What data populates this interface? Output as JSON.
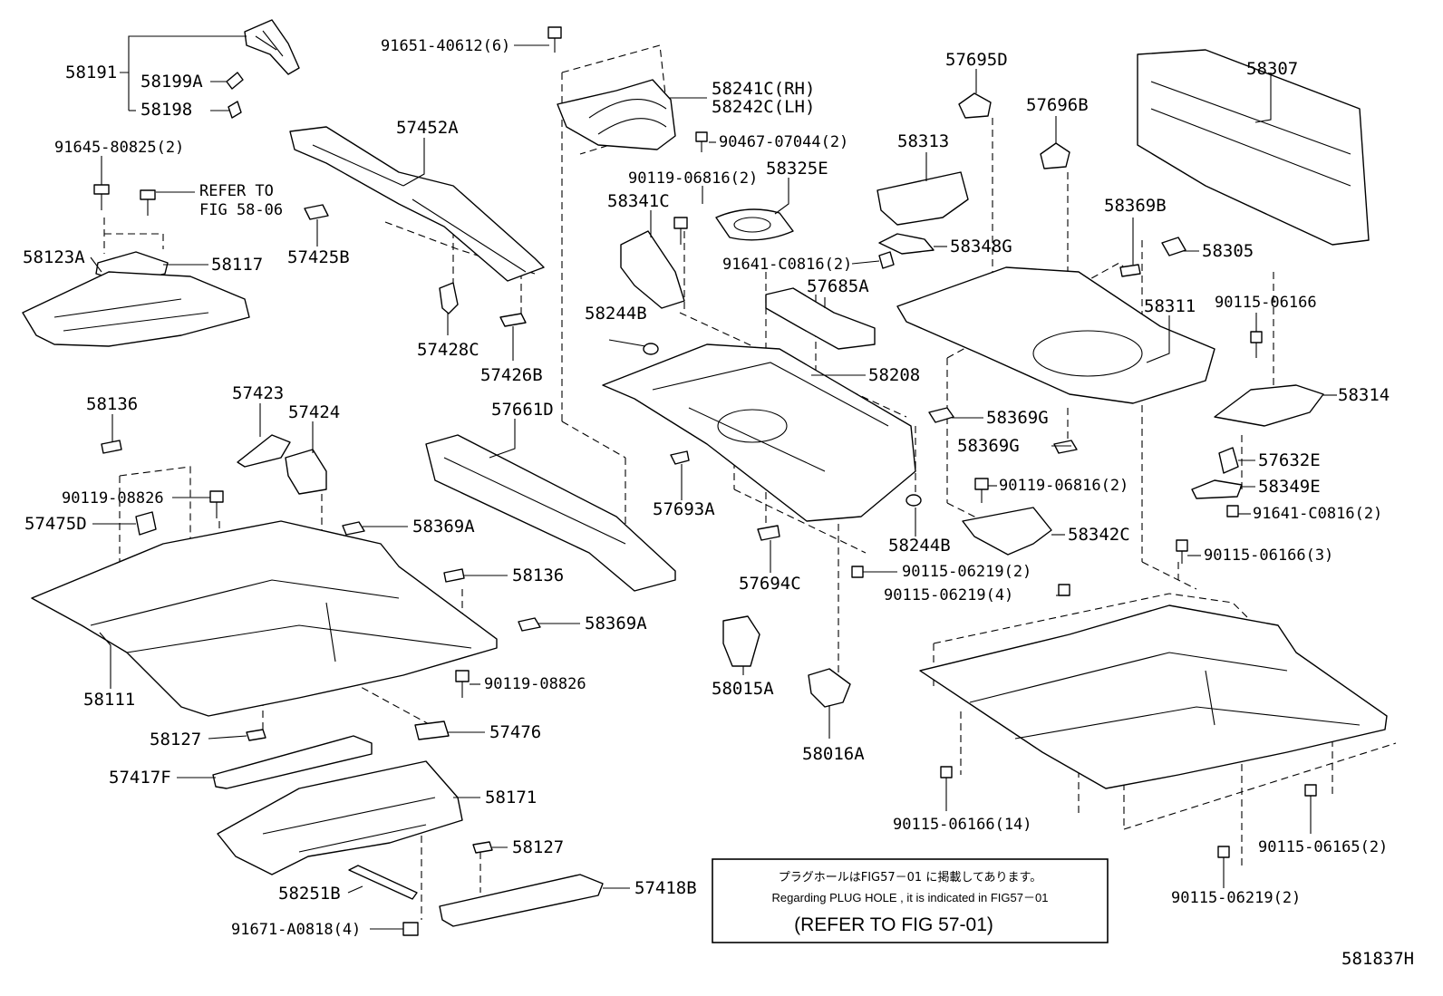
{
  "labels": {
    "p58191": "58191",
    "p58199A": "58199A",
    "p58198": "58198",
    "p91645": "91645-80825(2)",
    "refer1": "REFER TO",
    "refer2": "FIG 58-06",
    "p58123A": "58123A",
    "p58117": "58117",
    "p57452A": "57452A",
    "p57425B": "57425B",
    "p57428C": "57428C",
    "p57426B": "57426B",
    "p91651": "91651-40612(6)",
    "p58241C": "58241C(RH)",
    "p58242C": "58242C(LH)",
    "p90467": "90467-07044(2)",
    "p90119a": "90119-06816(2)",
    "p58325E": "58325E",
    "p58341C": "58341C",
    "p91641a": "91641-C0816(2)",
    "p58244Ba": "58244B",
    "p57685A": "57685A",
    "p58208": "58208",
    "p57661D": "57661D",
    "p57693A": "57693A",
    "p57694C": "57694C",
    "p58244Bb": "58244B",
    "p57695D": "57695D",
    "p58313": "58313",
    "p57696B": "57696B",
    "p58348G": "58348G",
    "p58307": "58307",
    "p58369B": "58369B",
    "p58305": "58305",
    "p58311": "58311",
    "p90115a": "90115-06166",
    "p58314": "58314",
    "p58369Ga": "58369G",
    "p58369Gb": "58369G",
    "p57632E": "57632E",
    "p90119b": "90119-06816(2)",
    "p58349E": "58349E",
    "p91641b": "91641-C0816(2)",
    "p58342C": "58342C",
    "p90115b": "90115-06166(3)",
    "p90115c": "90115-06219(2)",
    "p90115d": "90115-06219(4)",
    "p58136a": "58136",
    "p57423": "57423",
    "p57424": "57424",
    "p90119c": "90119-08826",
    "p57475D": "57475D",
    "p58369Aa": "58369A",
    "p58136b": "58136",
    "p58369Ab": "58369A",
    "p58111": "58111",
    "p90119d": "90119-08826",
    "p57476": "57476",
    "p58015A": "58015A",
    "p58016A": "58016A",
    "p58127a": "58127",
    "p57417F": "57417F",
    "p58171": "58171",
    "p58127b": "58127",
    "p58251B": "58251B",
    "p57418B": "57418B",
    "p91671": "91671-A0818(4)",
    "p90115e": "90115-06166(14)",
    "p90115f": "90115-06165(2)",
    "p90115g": "90115-06219(2)",
    "figcode": "581837H"
  },
  "note": {
    "japanese": "プラグホールはFIG57－01 に掲載してあります。",
    "english": "Regarding  PLUG  HOLE  ,  it  is  indicated  in  FIG57－01",
    "refer": "(REFER TO FIG  57-01)"
  }
}
